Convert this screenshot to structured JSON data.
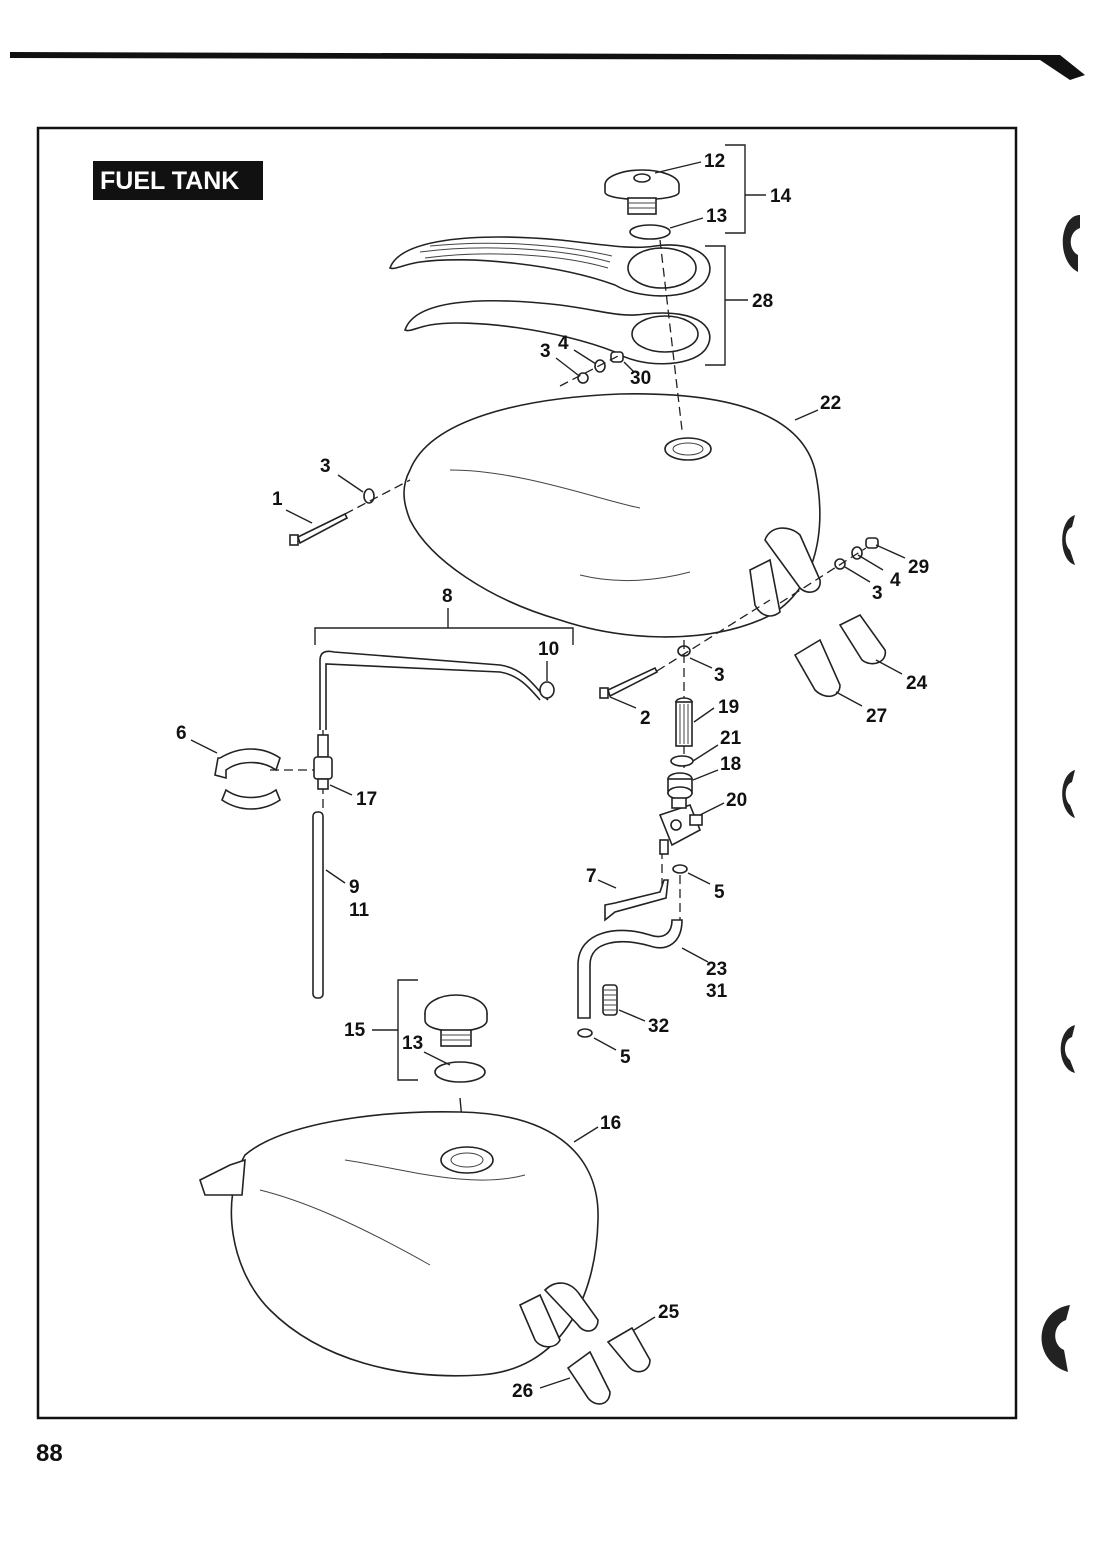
{
  "title": "FUEL TANK",
  "page_number": "88",
  "callouts": {
    "c12": "12",
    "c14": "14",
    "c13a": "13",
    "c28": "28",
    "c3a": "3",
    "c4a": "4",
    "c30": "30",
    "c22": "22",
    "c3b": "3",
    "c1": "1",
    "c29": "29",
    "c4b": "4",
    "c3c": "3",
    "c8": "8",
    "c10": "10",
    "c3d": "3",
    "c24": "24",
    "c2": "2",
    "c19": "19",
    "c27": "27",
    "c6": "6",
    "c21": "21",
    "c18": "18",
    "c17": "17",
    "c20": "20",
    "c9": "9",
    "c11": "11",
    "c7": "7",
    "c5a": "5",
    "c23": "23",
    "c31": "31",
    "c15": "15",
    "c13b": "13",
    "c32": "32",
    "c5b": "5",
    "c16": "16",
    "c25": "25",
    "c26": "26"
  }
}
